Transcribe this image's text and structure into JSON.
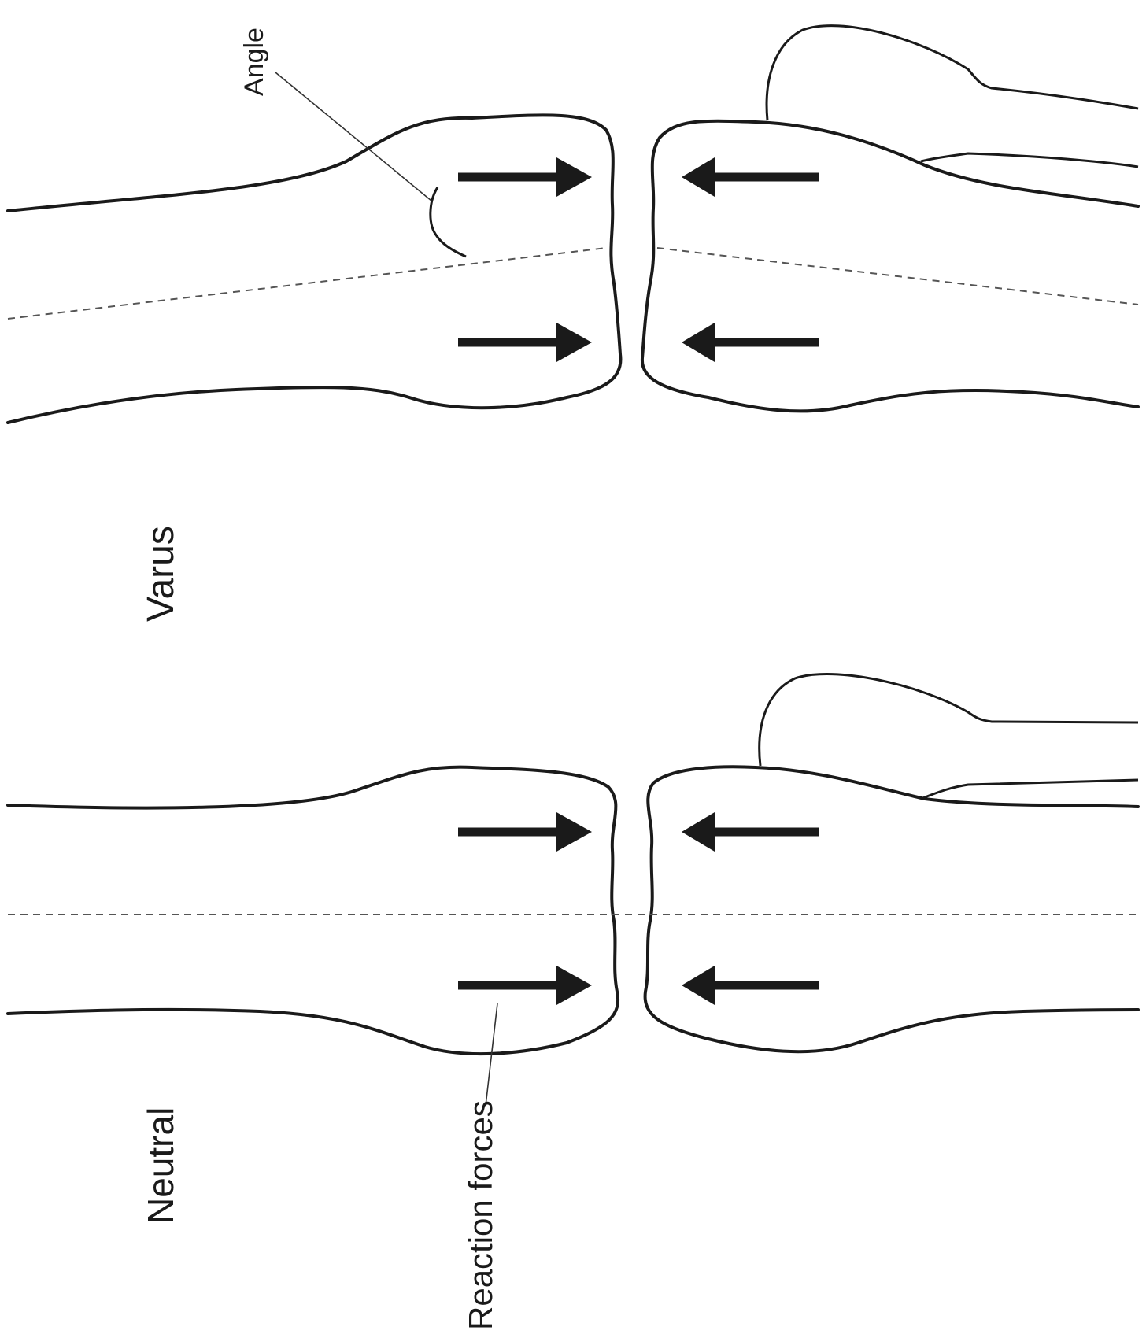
{
  "labels": {
    "angle": "Angle",
    "varus": "Varus",
    "neutral": "Neutral",
    "reaction_forces": "Reaction forces"
  }
}
